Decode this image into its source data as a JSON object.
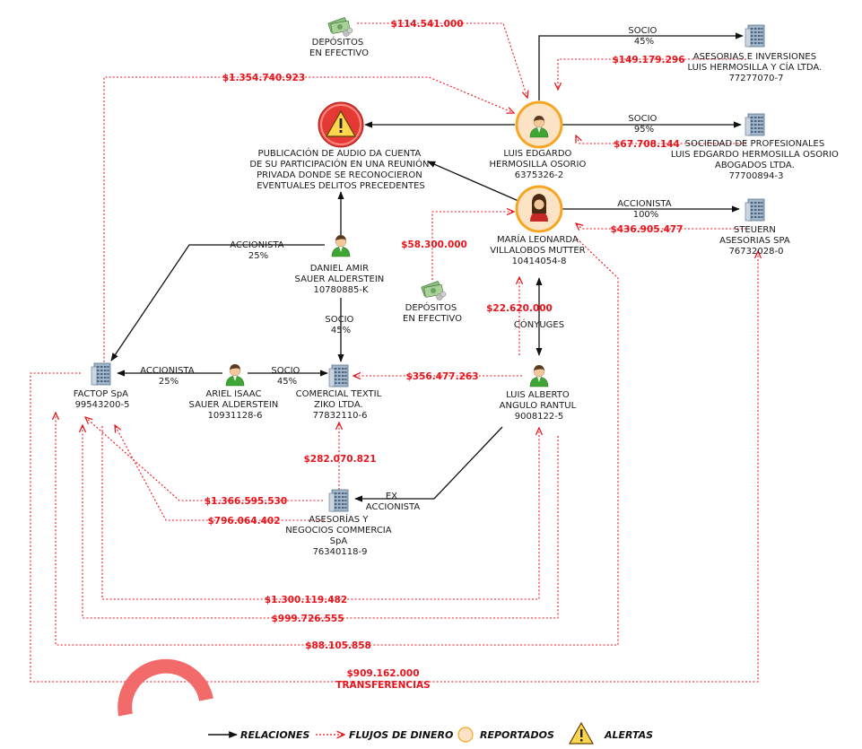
{
  "nodes": {
    "deposit_top": {
      "label": [
        "DEPÓSITOS",
        "EN EFECTIVO"
      ],
      "icon": "cash-icon"
    },
    "deposit_mid": {
      "label": [
        "DEPÓSITOS",
        "EN EFECTIVO"
      ],
      "icon": "cash-icon"
    },
    "alert": {
      "label": [
        "PUBLICACIÓN DE AUDIO DA CUENTA",
        "DE SU PARTICIPACIÓN EN UNA REUNIÓN",
        "PRIVADA DONDE SE RECONOCIERON",
        "EVENTUALES DELITOS PRECEDENTES"
      ],
      "icon": "alert-icon"
    },
    "luis_hermosilla": {
      "label": [
        "LUIS EDGARDO",
        "HERMOSILLA OSORIO",
        "6375326-2"
      ],
      "icon": "person-reported-icon"
    },
    "maria_villalobos": {
      "label": [
        "MARÍA LEONARDA",
        "VILLALOBOS MUTTER",
        "10414054-8"
      ],
      "icon": "person-female-reported-icon"
    },
    "asesorias_inversiones": {
      "label": [
        "ASESORIAS E INVERSIONES",
        "LUIS HERMOSILLA Y CÍA LTDA.",
        "77277070-7"
      ],
      "icon": "company-icon"
    },
    "sociedad_profesionales": {
      "label": [
        "SOCIEDAD DE PROFESIONALES",
        "LUIS EDGARDO HERMOSILLA OSORIO",
        "ABOGADOS LTDA.",
        "77700894-3"
      ],
      "icon": "company-icon"
    },
    "steuern": {
      "label": [
        "STEUERN",
        "ASESORIAS SPA",
        "76732028-0"
      ],
      "icon": "company-icon"
    },
    "daniel_sauer": {
      "label": [
        "DANIEL AMIR",
        "SAUER ALDERSTEIN",
        "10780885-K"
      ],
      "icon": "person-icon"
    },
    "ariel_sauer": {
      "label": [
        "ARIEL ISAAC",
        "SAUER ALDERSTEIN",
        "10931128-6"
      ],
      "icon": "person-icon"
    },
    "factop": {
      "label": [
        "FACTOP SpA",
        "99543200-5"
      ],
      "icon": "company-icon"
    },
    "comercial_textil": {
      "label": [
        "COMERCIAL TEXTIL",
        "ZIKO LTDA.",
        "77832110-6"
      ],
      "icon": "company-icon"
    },
    "luis_angulo": {
      "label": [
        "LUIS ALBERTO",
        "ANGULO RANTUL",
        "9008122-5"
      ],
      "icon": "person-icon"
    },
    "asesorias_commercia": {
      "label": [
        "ASESORÍAS Y",
        "NEGOCIOS COMMERCIA",
        "SpA",
        "76340118-9"
      ],
      "icon": "company-icon"
    }
  },
  "relations": {
    "hermosilla_asesorias": [
      "SOCIO",
      "45%"
    ],
    "hermosilla_sociedad": [
      "SOCIO",
      "95%"
    ],
    "villalobos_steuern": [
      "ACCIONISTA",
      "100%"
    ],
    "daniel_factop": [
      "ACCIONISTA",
      "25%"
    ],
    "daniel_comercial": [
      "SOCIO",
      "45%"
    ],
    "ariel_factop": [
      "ACCIONISTA",
      "25%"
    ],
    "ariel_comercial": [
      "SOCIO",
      "45%"
    ],
    "angulo_villalobos": [
      "CÓNYUGES"
    ],
    "angulo_commercia": [
      "EX",
      "ACCIONISTA"
    ]
  },
  "flows": {
    "deposit_hermosilla": "$114.541.000",
    "asesorias_hermosilla": "$149.179.296",
    "factop_hermosilla": "$1.354.740.923",
    "sociedad_hermosilla": "$67.708.144",
    "steuern_villalobos": "$436.905.477",
    "deposit_villalobos": "$58.300.000",
    "angulo_villalobos": "$22.620.000",
    "angulo_comercial": "$356.477.263",
    "commercia_comercial": "$282.070.821",
    "factop_commercia": "$1.366.595.530",
    "commercia_factop": "$796.064.402",
    "loop1": "$1.300.119.482",
    "loop2": "$999.726.555",
    "loop3": "$88.105.858",
    "loop4": "$909.162.000",
    "loop4_caption": "TRANSFERENCIAS"
  },
  "legend": {
    "relations": "RELACIONES",
    "flows": "FLUJOS DE DINERO",
    "reported": "REPORTADOS",
    "alerts": "ALERTAS"
  },
  "colors": {
    "flow_red": "#e8141c",
    "relation_black": "#111111",
    "reported_ring": "#f5a623",
    "alert_red": "#e53935",
    "person_green": "#3fa535",
    "company_blue": "#8aa9c4"
  }
}
